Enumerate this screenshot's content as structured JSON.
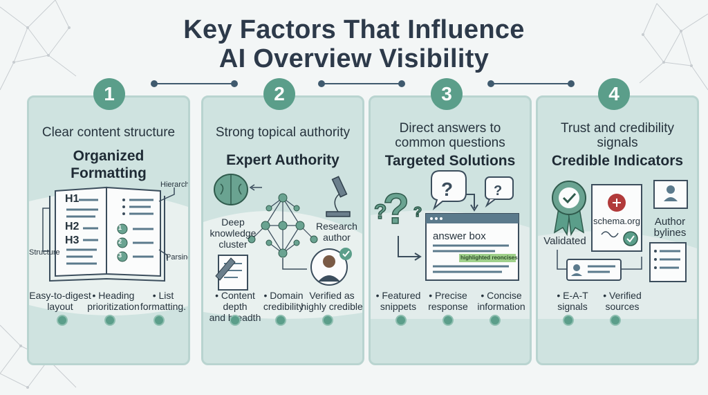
{
  "title": {
    "line1": "Key Factors That Influence",
    "line2": "AI Overview Visibility"
  },
  "colors": {
    "accent": "#5b9e8a",
    "card": "#cfe3e0",
    "text": "#2d3a4a"
  },
  "cards": [
    {
      "number": "1",
      "subtitle": "Clear content structure",
      "heading_line1": "Organized",
      "heading_line2": "Formatting",
      "labels": {
        "hierarchy": "Hierarchy",
        "structure": "Structure",
        "parsing": "Parsing",
        "h1": "H1",
        "h2": "H2",
        "h3": "H3",
        "n1": "1",
        "n2": "2",
        "n3": "3"
      },
      "bullets": [
        {
          "line1": "Easy-to-digest",
          "line2": "layout"
        },
        {
          "line1": "• Heading",
          "line2": "prioritization"
        },
        {
          "line1": "• List",
          "line2": "formatting."
        }
      ]
    },
    {
      "number": "2",
      "subtitle": "Strong topical authority",
      "heading_line1": "Expert Authority",
      "labels": {
        "deep1": "Deep",
        "deep2": "knowledge",
        "deep3": "cluster",
        "research1": "Research",
        "research2": "author"
      },
      "bullets": [
        {
          "line1": "• Content depth",
          "line2": "and breadth"
        },
        {
          "line1": "• Domain",
          "line2": "credibility"
        },
        {
          "line1": "Verified as",
          "line2": "highly credible"
        }
      ]
    },
    {
      "number": "3",
      "subtitle_line1": "Direct answers to",
      "subtitle_line2": "common questions",
      "heading_line1": "Targeted Solutions",
      "labels": {
        "answer_box": "answer box",
        "highlight": "highlighted reoncises"
      },
      "bullets": [
        {
          "line1": "• Featured",
          "line2": "snippets"
        },
        {
          "line1": "• Precise",
          "line2": "response"
        },
        {
          "line1": "• Concise",
          "line2": "information"
        }
      ]
    },
    {
      "number": "4",
      "subtitle_line1": "Trust and credibility",
      "subtitle_line2": "signals",
      "heading_line1": "Credible Indicators",
      "labels": {
        "validated": "Validated",
        "schema": "schema.org",
        "author1": "Author",
        "author2": "bylines"
      },
      "bullets": [
        {
          "line1": "• E-A-T",
          "line2": "signals"
        },
        {
          "line1": "• Verified",
          "line2": "sources"
        }
      ]
    }
  ]
}
